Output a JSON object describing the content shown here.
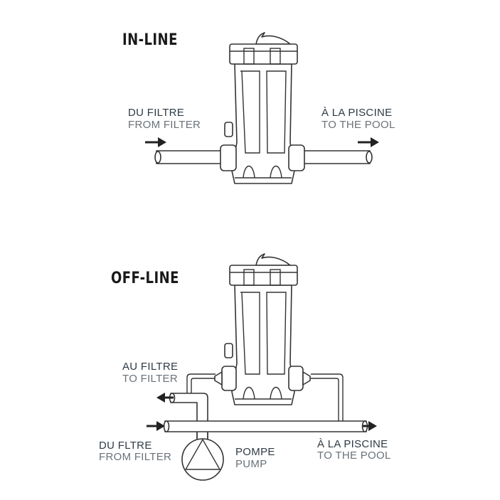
{
  "inline": {
    "title": "IN-LINE",
    "inlet_fr": "DU FILTRE",
    "inlet_en": "FROM FILTER",
    "outlet_fr": "À LA PISCINE",
    "outlet_en": "TO THE POOL"
  },
  "offline": {
    "title": "OFF-LINE",
    "to_filter_fr": "AU FILTRE",
    "to_filter_en": "TO FILTER",
    "inlet_fr": "DU FLTRE",
    "inlet_en": "FROM FILTER",
    "pump_fr": "POMPE",
    "pump_en": "PUMP",
    "outlet_fr": "À LA PISCINE",
    "outlet_en": "TO THE POOL"
  }
}
